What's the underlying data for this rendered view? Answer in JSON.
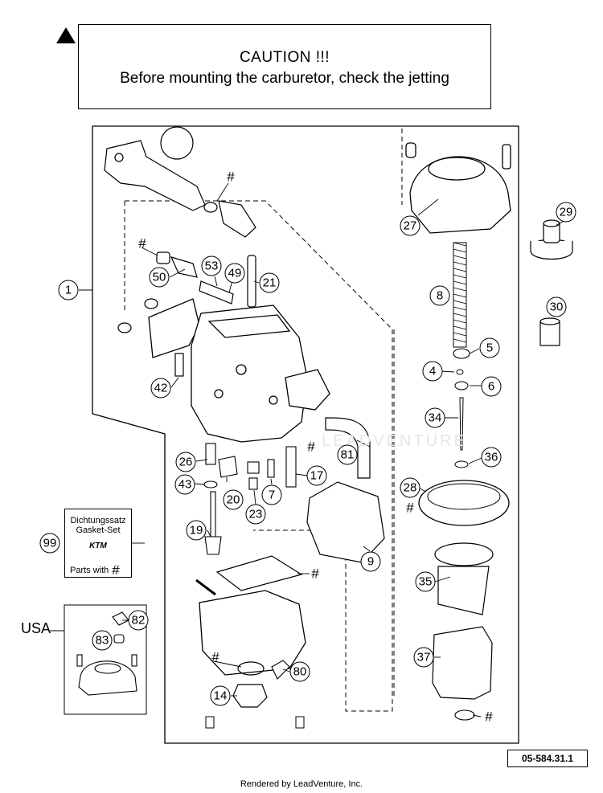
{
  "caution": {
    "title": "CAUTION !!!",
    "text": "Before mounting the carburetor, check the jetting"
  },
  "callouts": [
    "1",
    "27",
    "29",
    "30",
    "8",
    "5",
    "4",
    "6",
    "34",
    "36",
    "28",
    "35",
    "37",
    "50",
    "53",
    "49",
    "21",
    "42",
    "26",
    "43",
    "20",
    "23",
    "7",
    "17",
    "81",
    "19",
    "9",
    "99",
    "82",
    "83",
    "80",
    "14"
  ],
  "gasket_set": {
    "line1": "Dichtungssatz",
    "line2": "Gasket-Set",
    "brand": "KTM",
    "parts_with": "Parts with",
    "hash": "#"
  },
  "usa_label": "USA",
  "hash_symbol": "#",
  "reference": "05-584.31.1",
  "footer": "Rendered by LeadVenture, Inc.",
  "watermark": "LEADVENTURE"
}
